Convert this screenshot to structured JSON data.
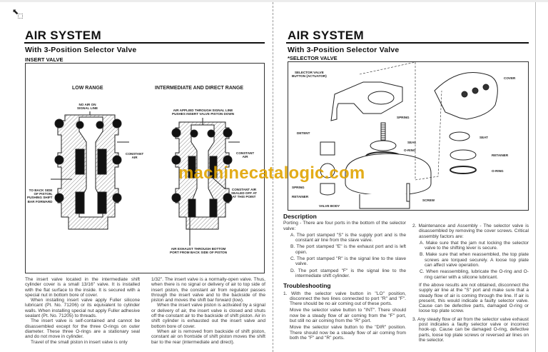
{
  "left_page": {
    "title": "AIR SYSTEM",
    "subtitle": "With 3-Position Selector Valve",
    "section": "INSERT VALVE",
    "figure": {
      "low_range_title": "LOW RANGE",
      "int_direct_title": "INTERMEDIATE AND DIRECT RANGE",
      "labels": {
        "no_air": "NO AIR ON\nSIGNAL LINE",
        "constant_air_1": "CONSTANT\nAIR",
        "back_side": "TO BACK SIDE\nOF PISTON,\nPUSHING SHIFT\nBAR FORWARD",
        "air_applied": "AIR APPLIED THROUGH SIGNAL LINE\nPUSHES INSERT VALVE PISTON DOWN",
        "constant_air_2": "CONSTANT\nAIR",
        "sealed_off": "CONSTANT AIR\nSEALED OFF AT\nAT THIS POINT",
        "exhaust": "AIR EXHAUST THROUGH BOTTOM\nPORT FROM BACK SIDE OF PISTON"
      }
    },
    "col1": [
      "The insert valve located in the intermediate shift cylinder cover is a small 13/16\" valve. It is installed with the flat surface to the inside. It is secured with a special nut in bottom bore of cover.",
      "When installing insert valve apply Fuller silicone lubricant (Pt. No. 71206) or its equivalent to cylinder walls. When installing special nut apply Fuller adhesive sealant (Pt. No. 71205) to threads.",
      "The insert valve is self-contained and cannot be disassembled except for the three O-rings on outer diameter. These three O-rings are a stationary seal and do not move in cylinder.",
      "Travel of the small piston in insert valve is only"
    ],
    "col2": [
      "1/32\". The insert valve is a normally-open valve. Thus, when there is no signal or delivery of air to top side of insert piston, the constant air from regulator passes through the insert valve and to the backside of the piston and moves the shift bar forward (low).",
      "When the insert valve piston is activated by a signal or delivery of air, the insert valve is closed and shuts off the constant air to the backside of shift piston. Air in shift cylinder is exhausted out the insert valve and bottom bore of cover.",
      "When air is removed from backside of shift piston, constant air on frontside of shift piston moves the shift bar to the rear (intermediate and direct)."
    ]
  },
  "right_page": {
    "title": "AIR SYSTEM",
    "subtitle": "With 3-Position Selector Valve",
    "section": "*SELECTOR VALVE",
    "figure": {
      "labels": {
        "button": "SELECTOR VALVE\nBUTTON (ACTUATOR)",
        "cover": "COVER",
        "spring1": "SPRING",
        "detent": "DETENT",
        "seal": "SEAL",
        "oring1": "O-RING",
        "seat": "SEAT",
        "retainer1": "RETAINER",
        "spring2": "SPRING",
        "oring2": "O-RING",
        "retainer2": "RETAINER",
        "screw": "SCREW",
        "valve_body": "VALVE BODY"
      }
    },
    "description": {
      "heading": "Description",
      "intro": "Porting - There are four ports in the bottom of the selector valve:",
      "items": [
        "A. The port stamped \"S\" is the supply port and is the constant air line from the slave valve.",
        "B. The port stamped \"E\" is the exhaust port and is left open.",
        "C. The port stamped \"R\" is the signal line to the slave valve.",
        "D. The port stamped \"F\" is the signal line to the intermediate shift cylinder."
      ]
    },
    "troubleshooting": {
      "heading": "Troubleshooting",
      "step1": "1. With the selector valve button in \"LO\" position, disconnect the two lines connected to port \"R\" and \"F\". There should be no air coming out of these ports.",
      "step1b": "Move the selector valve button to \"INT\". There should now be a steady flow of air coming from the \"F\" port, but still no air coming from the \"R\" port.",
      "step1c": "Move the selector valve button to the \"DIR\" position. There should now be a steady flow of air coming from both the \"F\" and \"R\" ports."
    },
    "maintenance": {
      "step2": "2. Maintenance and Assembly - The selector valve is disassembled by removing the cover screws. Critical assembly factors are:",
      "items": [
        "A. Make sure that the jam nut locking the selector valve to the shifting lever is secure.",
        "B. Make sure that when reassembled, the top plate screws are torqued securely. A loose top plate can affect valve operation.",
        "C. When reassembling, lubricate the O-ring and O-ring carrier with a silicone lubricant."
      ],
      "note": "If the above results are not obtained, disconnect the supply air line at the \"S\" port and make sure that a steady flow of air is coming through the line. If air is present, this would indicate a faulty selector valve. Cause can be defective parts, damaged O-ring or loose top plate screw.",
      "step3": "3. Any steady flow of air from the selector valve exhaust post indicates a faulty selector valve or incorrect hook-up. Cause can be damaged O-ring, defective parts, loose top plate screws or reversed air lines on the selector."
    }
  },
  "watermark": "machinecatalogic.com",
  "colors": {
    "watermark": "#e0a400"
  }
}
